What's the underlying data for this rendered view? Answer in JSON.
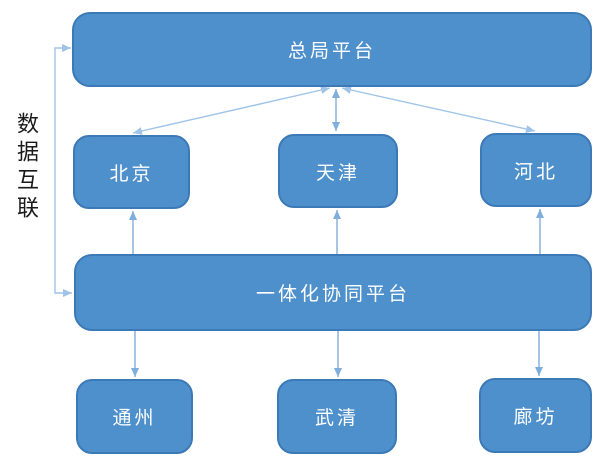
{
  "diagram": {
    "side_label": "数据互联",
    "nodes": {
      "top": {
        "label": "总局平台"
      },
      "middle": [
        {
          "label": "北京"
        },
        {
          "label": "天津"
        },
        {
          "label": "河北"
        }
      ],
      "platform": {
        "label": "一体化协同平台"
      },
      "bottom": [
        {
          "label": "通州"
        },
        {
          "label": "武清"
        },
        {
          "label": "廊坊"
        }
      ]
    },
    "connections": [
      {
        "from": "总局平台",
        "to": "一体化协同平台",
        "type": "elbow",
        "arrows": "both-ends",
        "note": "labeled 数据互联"
      },
      {
        "from": "总局平台",
        "to": "北京",
        "type": "straight",
        "arrows": "both-ends"
      },
      {
        "from": "总局平台",
        "to": "天津",
        "type": "straight",
        "arrows": "both-ends"
      },
      {
        "from": "总局平台",
        "to": "河北",
        "type": "straight",
        "arrows": "both-ends"
      },
      {
        "from": "一体化协同平台",
        "to": "北京",
        "type": "straight",
        "arrows": "end-up"
      },
      {
        "from": "一体化协同平台",
        "to": "天津",
        "type": "straight",
        "arrows": "end-up"
      },
      {
        "from": "一体化协同平台",
        "to": "河北",
        "type": "straight",
        "arrows": "end-up"
      },
      {
        "from": "一体化协同平台",
        "to": "通州",
        "type": "straight",
        "arrows": "end-down"
      },
      {
        "from": "一体化协同平台",
        "to": "武清",
        "type": "straight",
        "arrows": "end-down"
      },
      {
        "from": "一体化协同平台",
        "to": "廊坊",
        "type": "straight",
        "arrows": "end-down"
      }
    ],
    "colors": {
      "node_fill": "#4E90CC",
      "node_border": "#3B7AB6",
      "node_text": "#FFFFFF",
      "connector_light": "#9FC4E7",
      "connector_mid": "#7FAEDD",
      "side_text": "#1A1A1A"
    }
  }
}
